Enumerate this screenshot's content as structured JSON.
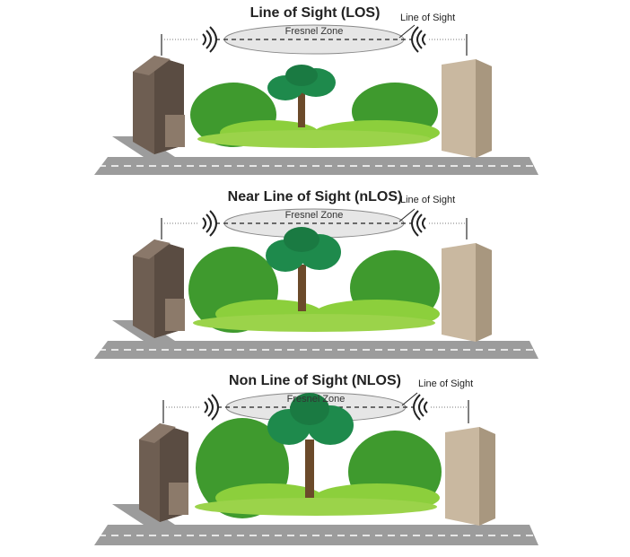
{
  "panels": [
    {
      "title": "Line of Sight (LOS)",
      "fresnel_label": "Fresnel Zone",
      "los_label": "Line of Sight",
      "obstruction": "none"
    },
    {
      "title": "Near Line of Sight (nLOS)",
      "fresnel_label": "Fresnel Zone",
      "los_label": "Line of Sight",
      "obstruction": "partial"
    },
    {
      "title": "Non Line of Sight (NLOS)",
      "fresnel_label": "Fresnel Zone",
      "los_label": "Line of Sight",
      "obstruction": "full"
    }
  ],
  "colors": {
    "road": "#9c9c9c",
    "left_building": "#6e5e52",
    "right_building": "#c9b8a0",
    "foliage_dark": "#3f9a2e",
    "foliage_light": "#8ccf3c",
    "tree_canopy": "#1e8a4c",
    "trunk": "#6b4a2a",
    "fresnel_fill": "#e6e6e6"
  }
}
